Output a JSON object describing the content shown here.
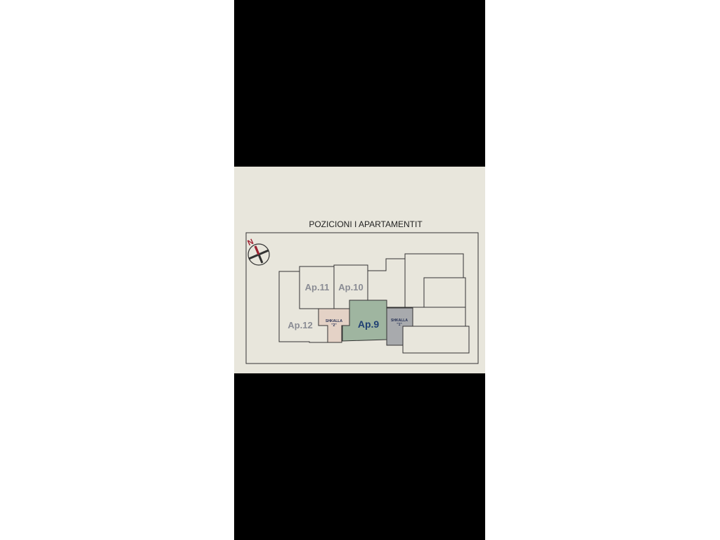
{
  "title": "POZICIONI I APARTAMENTIT",
  "compass": {
    "label": "N"
  },
  "units": {
    "ap11": "Ap.11",
    "ap10": "Ap.10",
    "ap12": "Ap.12",
    "ap9": "Ap.9",
    "stair2": {
      "label": "SHKALLA",
      "number": "\"2\""
    },
    "stair1": {
      "label": "SHKALLA",
      "number": "\"1\""
    }
  },
  "colors": {
    "paper": "#e8e6dc",
    "ap9": "#9fb5a0",
    "stair2": "#e4d2c6",
    "stair1": "#a8aaad",
    "ap9_text": "#1f3f73",
    "unit_text": "#8a8c94"
  }
}
